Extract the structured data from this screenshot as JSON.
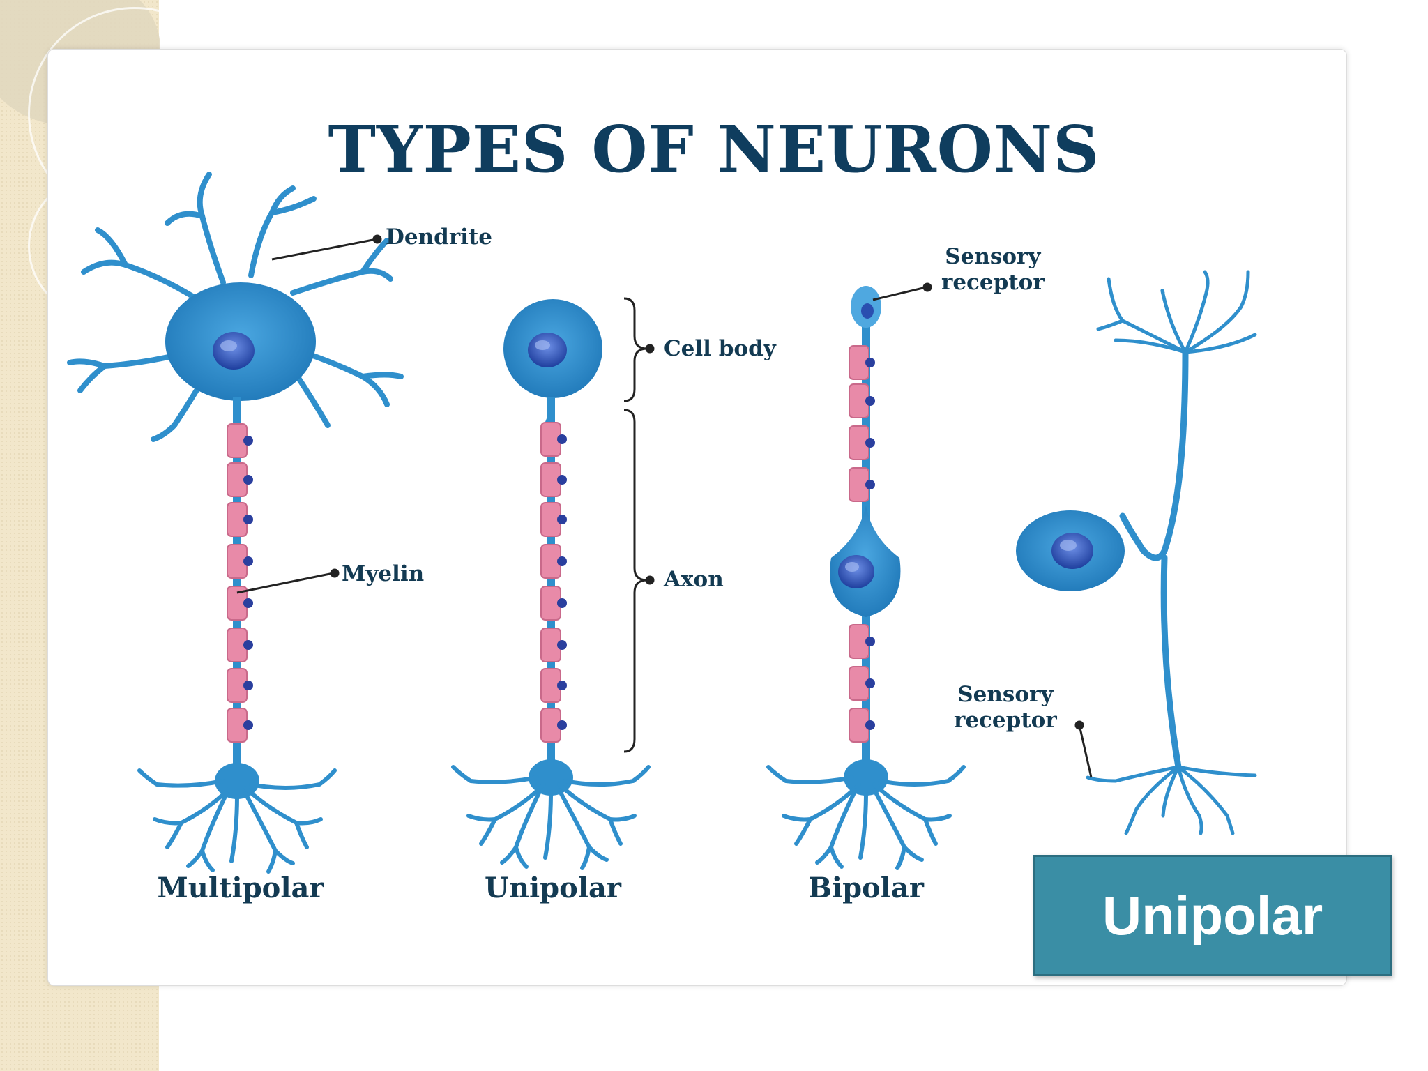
{
  "slide": {
    "title": "TYPES OF NEURONS",
    "answer": "Unipolar"
  },
  "labels": {
    "dendrite": "Dendrite",
    "myelin": "Myelin",
    "cell_body": "Cell body",
    "axon": "Axon",
    "sensory_receptor_top_1": "Sensory",
    "sensory_receptor_top_2": "receptor",
    "sensory_receptor_bottom_1": "Sensory",
    "sensory_receptor_bottom_2": "receptor"
  },
  "neuron_types": [
    "Multipolar",
    "Unipolar",
    "Bipolar"
  ],
  "colors": {
    "neuron": "#2f8fcc",
    "nucleus": "#2a4fb0",
    "myelin": "#e88aa8",
    "title": "#0f3d5e",
    "answer_bg": "#3a8ea5"
  }
}
